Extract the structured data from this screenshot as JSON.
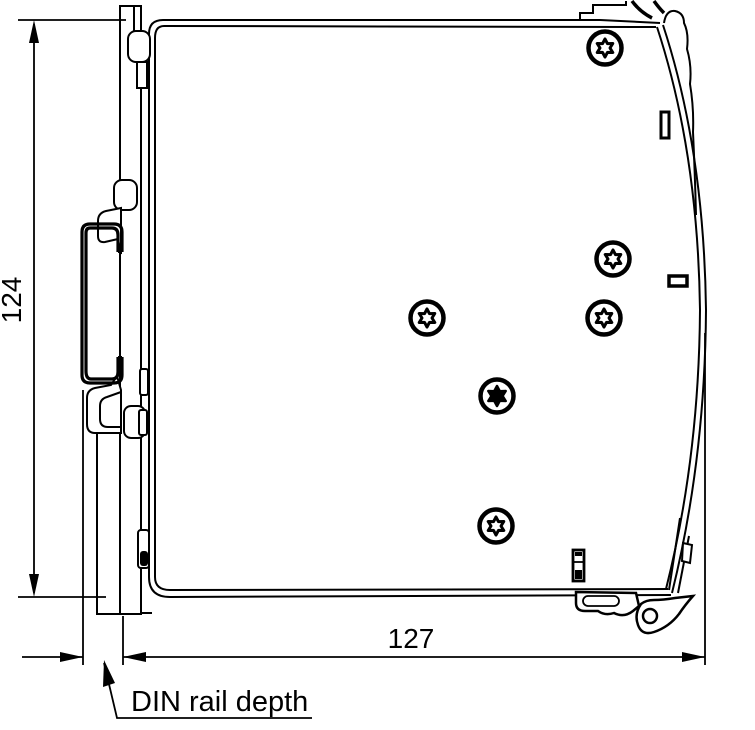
{
  "figure": {
    "type": "technical-drawing-side-view",
    "line_color": "#000000",
    "background_color": "#ffffff",
    "dimensions": {
      "height_mm": "124",
      "depth_mm": "127",
      "din_rail_label": "DIN rail depth"
    },
    "screw_count": 6
  }
}
